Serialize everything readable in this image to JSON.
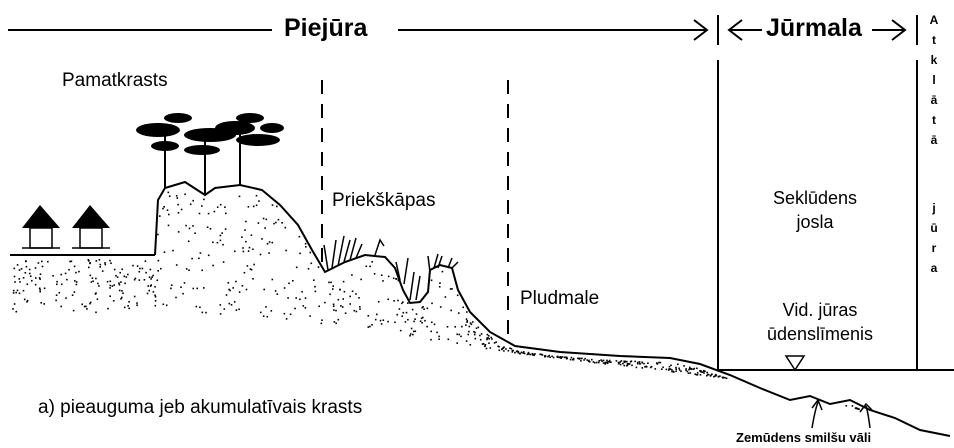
{
  "headers": {
    "piejura": "Piejūra",
    "jurmala": "Jūrmala"
  },
  "open_sea_letters": [
    "A",
    "t",
    "k",
    "l",
    "ā",
    "t",
    "ā"
  ],
  "open_sea_letters2": [
    "j",
    "ū",
    "r",
    "a"
  ],
  "zones": {
    "pamatkrasts": "Pamatkrasts",
    "priekskapas": "Priekškāpas",
    "pludmale": "Pludmale",
    "sekludens_line1": "Seklūdens",
    "sekludens_line2": "josla",
    "water_level_line1": "Vid. jūras",
    "water_level_line2": "ūdenslīmenis"
  },
  "caption": "a) pieauguma jeb akumulatīvais krasts",
  "sandbars": "Zemūdens smilšu vāli",
  "colors": {
    "ink": "#000000",
    "background": "#ffffff"
  }
}
